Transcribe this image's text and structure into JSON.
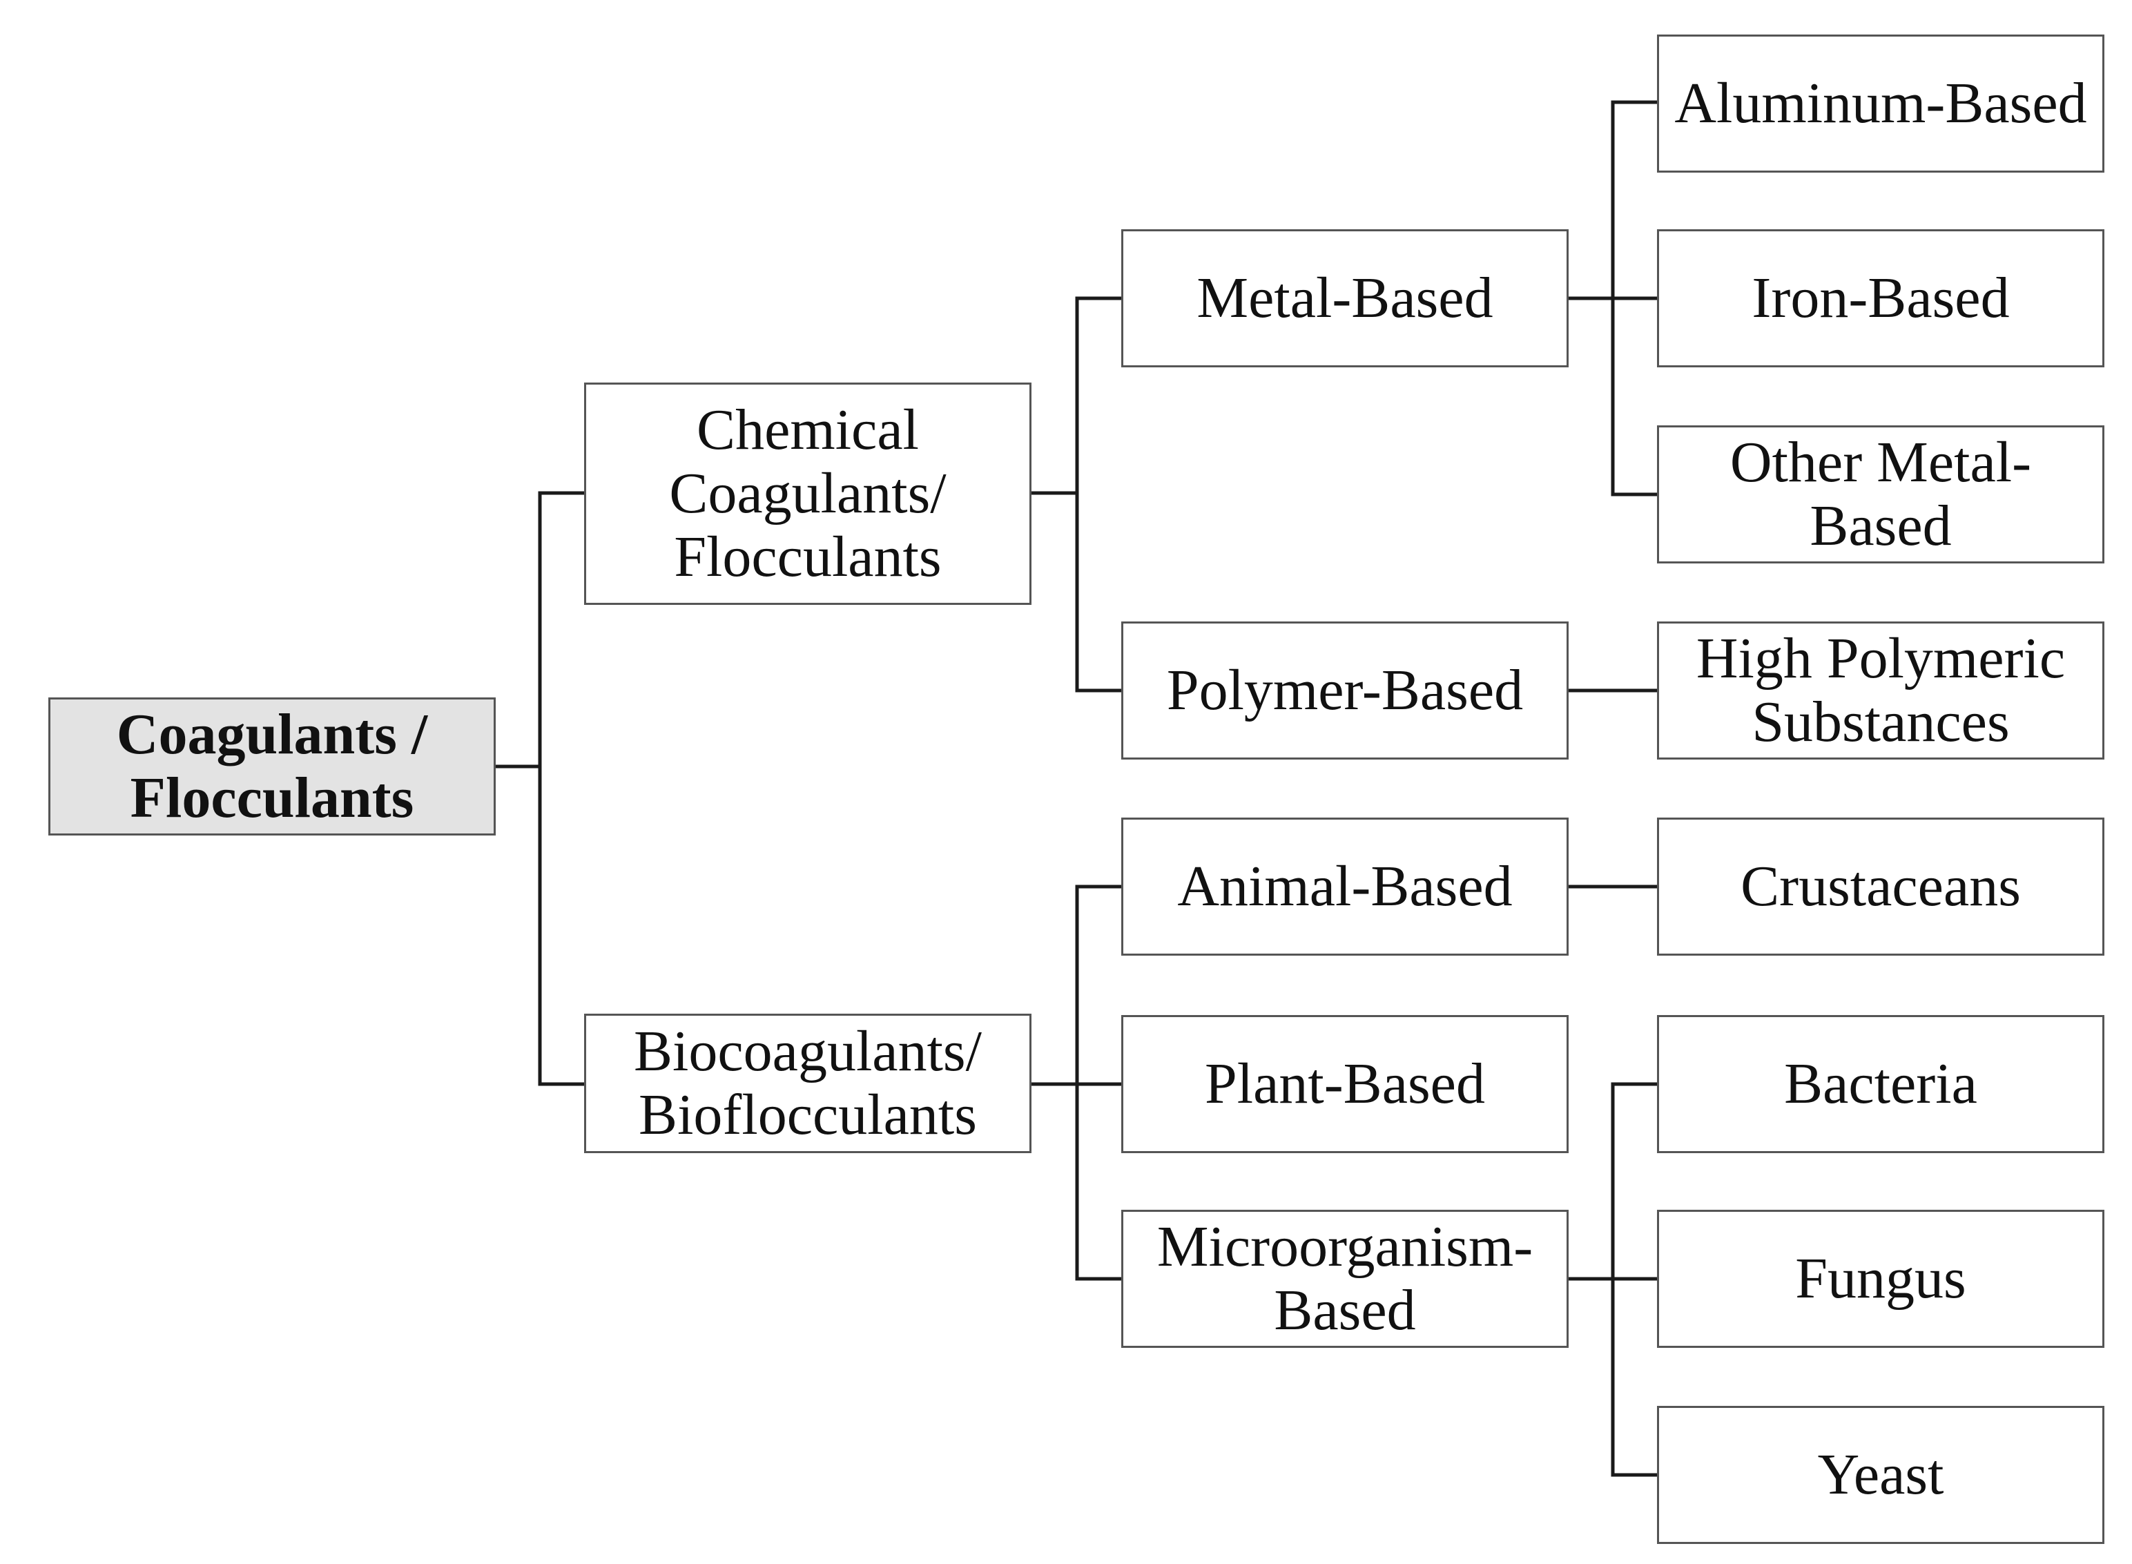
{
  "diagram": {
    "root": {
      "label": "Coagulants /\nFlocculants"
    },
    "chemical": {
      "label": "Chemical\nCoagulants/\nFlocculants",
      "metal": {
        "label": "Metal-Based",
        "children": [
          "Aluminum-Based",
          "Iron-Based",
          "Other Metal-\nBased"
        ]
      },
      "polymer": {
        "label": "Polymer-Based",
        "children": [
          "High Polymeric\nSubstances"
        ]
      }
    },
    "bio": {
      "label": "Biocoagulants/\nBioflocculants",
      "animal": {
        "label": "Animal-Based",
        "children": [
          "Crustaceans"
        ]
      },
      "plant": {
        "label": "Plant-Based"
      },
      "micro": {
        "label": "Microorganism-\nBased",
        "children": [
          "Bacteria",
          "Fungus",
          "Yeast"
        ]
      }
    }
  },
  "colors": {
    "root_fill": "#e3e3e3",
    "box_border": "#555555",
    "connector": "#1a1a1a"
  }
}
